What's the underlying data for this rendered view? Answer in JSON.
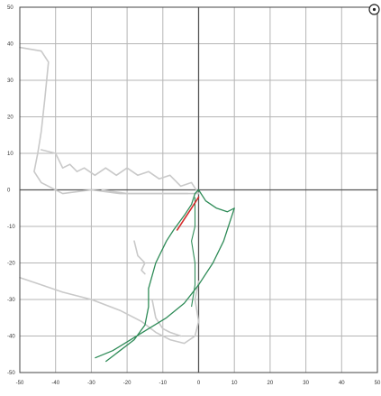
{
  "grid": {
    "x_min": -50,
    "x_max": 50,
    "x_step": 10,
    "y_min": -50,
    "y_max": 50,
    "y_step": 10,
    "x_tick_labels": [
      "-50",
      "-40",
      "-30",
      "-20",
      "-10",
      "0",
      "10",
      "20",
      "30",
      "40",
      "50"
    ],
    "y_tick_labels": [
      "50",
      "40",
      "30",
      "20",
      "10",
      "0",
      "-10",
      "-20",
      "-30",
      "-40",
      "-50"
    ]
  },
  "colors": {
    "background": "#ffffff",
    "grid": "#b5b5b5",
    "axis": "#555555",
    "frame": "#444444",
    "tracing": "#c9c9c9",
    "overlay_green": "#2e8b57",
    "overlay_red": "#d42a2a"
  },
  "top_right_icon": "circle-icon",
  "tracings": {
    "skull_outline": [
      [
        -50,
        39
      ],
      [
        -44,
        38
      ],
      [
        -42,
        35
      ],
      [
        -43,
        25
      ],
      [
        -44,
        16
      ],
      [
        -45,
        10
      ],
      [
        -46,
        5
      ],
      [
        -44,
        2
      ],
      [
        -38,
        -1
      ],
      [
        -30,
        0
      ],
      [
        -22,
        -1
      ],
      [
        -15,
        -1
      ],
      [
        -8,
        -1
      ],
      [
        -2,
        -1
      ],
      [
        0,
        -1
      ]
    ],
    "upper_teeth": [
      [
        -44,
        11
      ],
      [
        -40,
        10
      ],
      [
        -38,
        6
      ],
      [
        -36,
        7
      ],
      [
        -34,
        5
      ],
      [
        -32,
        6
      ],
      [
        -29,
        4
      ],
      [
        -26,
        6
      ],
      [
        -23,
        4
      ],
      [
        -20,
        6
      ],
      [
        -17,
        4
      ],
      [
        -14,
        5
      ],
      [
        -11,
        3
      ],
      [
        -8,
        4
      ],
      [
        -5,
        1
      ],
      [
        -2,
        2
      ],
      [
        0,
        -1
      ]
    ],
    "lower_jaw_guide": [
      [
        -27,
        0
      ],
      [
        -20,
        -1
      ],
      [
        -14,
        -1
      ],
      [
        -8,
        -1
      ],
      [
        -3,
        -1
      ]
    ],
    "hyoid_mark": [
      [
        -18,
        -14
      ],
      [
        -17,
        -18
      ],
      [
        -15,
        -20
      ],
      [
        -16,
        -22
      ],
      [
        -15,
        -23
      ]
    ],
    "mandible_outline": [
      [
        -50,
        -24
      ],
      [
        -44,
        -26
      ],
      [
        -38,
        -28
      ],
      [
        -30,
        -30
      ],
      [
        -22,
        -33
      ],
      [
        -16,
        -36
      ],
      [
        -12,
        -39
      ],
      [
        -8,
        -41
      ],
      [
        -4,
        -42
      ],
      [
        -1,
        -40
      ],
      [
        0,
        -36
      ],
      [
        -1,
        -30
      ],
      [
        0,
        -25
      ]
    ],
    "inner_contour": [
      [
        -13,
        -30
      ],
      [
        -12,
        -35
      ],
      [
        -10,
        -38
      ],
      [
        -8,
        -39
      ],
      [
        -5,
        -40
      ]
    ]
  },
  "overlays": {
    "green_outer": [
      [
        -26,
        -47
      ],
      [
        -22,
        -44
      ],
      [
        -18,
        -41
      ],
      [
        -15,
        -37
      ],
      [
        -14,
        -32
      ],
      [
        -14,
        -27
      ],
      [
        -12,
        -20
      ],
      [
        -9,
        -14
      ],
      [
        -7,
        -11
      ],
      [
        -4,
        -7
      ],
      [
        -2,
        -4
      ],
      [
        -1,
        -1
      ],
      [
        0,
        0
      ],
      [
        2,
        -3
      ],
      [
        5,
        -5
      ],
      [
        8,
        -6
      ],
      [
        10,
        -5
      ],
      [
        9,
        -8
      ],
      [
        7,
        -14
      ],
      [
        4,
        -20
      ],
      [
        0,
        -26
      ],
      [
        -4,
        -31
      ],
      [
        -9,
        -35
      ],
      [
        -14,
        -38
      ],
      [
        -19,
        -41
      ],
      [
        -24,
        -44
      ],
      [
        -29,
        -46
      ]
    ],
    "green_inner": [
      [
        -1,
        -2
      ],
      [
        -1,
        -6
      ],
      [
        -1,
        -10
      ],
      [
        -2,
        -14
      ],
      [
        -1,
        -20
      ],
      [
        -1,
        -26
      ],
      [
        -2,
        -32
      ]
    ],
    "red_line": [
      [
        -6,
        -11
      ],
      [
        -4,
        -8
      ],
      [
        -2,
        -5
      ],
      [
        0,
        -2
      ]
    ]
  }
}
